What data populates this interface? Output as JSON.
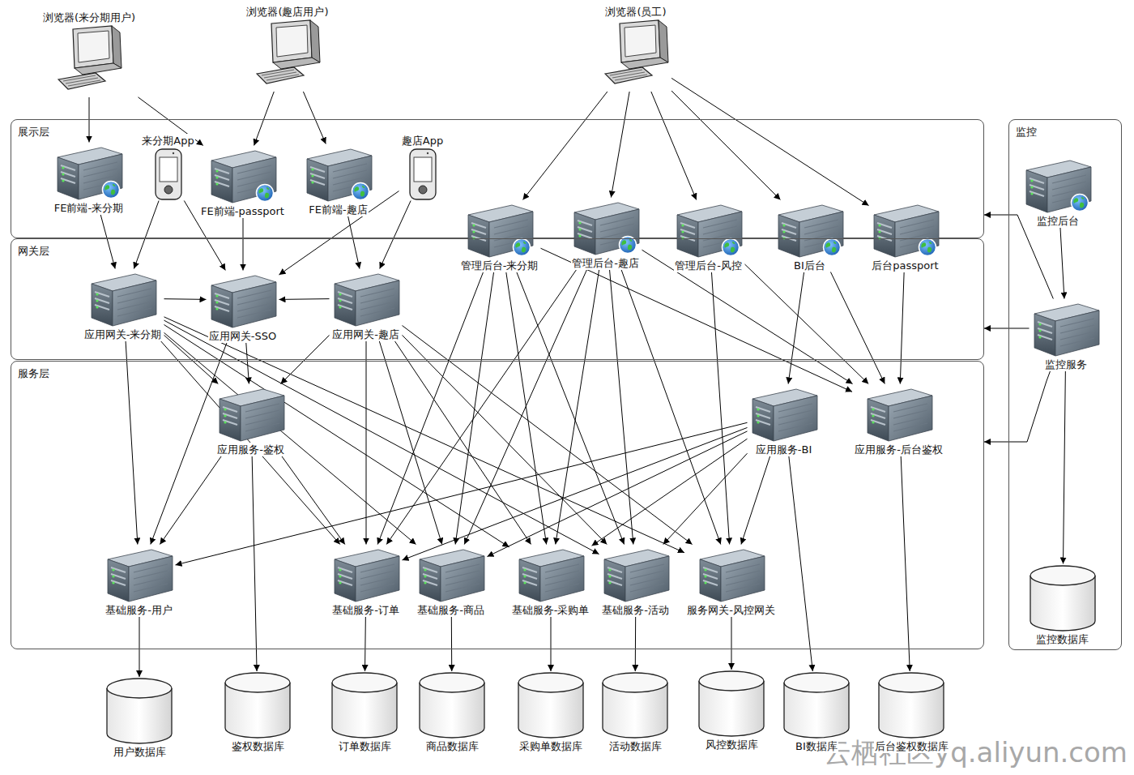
{
  "diagram": {
    "nodes": [
      {
        "text": [
          "浏览器(来分期用户)"
        ]
      },
      {
        "text": [
          "浏览器(趣店用户)"
        ]
      },
      {
        "text": [
          "浏览器(员工)"
        ]
      },
      {
        "text": [
          "展示层"
        ]
      },
      {
        "text": [
          "FE前端-来分期"
        ],
        "in": 3
      },
      {
        "text": [
          "来分期App"
        ],
        "in": 3
      },
      {
        "text": [
          "FE前端-passport"
        ],
        "in": 3
      },
      {
        "text": [
          "FE前端-趣店"
        ],
        "in": 3
      },
      {
        "text": [
          "趣店App"
        ],
        "in": 3
      },
      {
        "text": [
          "管理后台-来分期"
        ],
        "in": 3
      },
      {
        "text": [
          "管理后台-趣店"
        ],
        "in": 3
      },
      {
        "text": [
          "管理后台-风控"
        ],
        "in": 3
      },
      {
        "text": [
          "BI后台"
        ],
        "in": 3
      },
      {
        "text": [
          "后台passport"
        ],
        "in": 3
      },
      {
        "text": [
          "网关层"
        ]
      },
      {
        "text": [
          "应用网关-来分期"
        ],
        "in": 14
      },
      {
        "text": [
          "应用网关-SSO"
        ],
        "in": 14
      },
      {
        "text": [
          "应用网关-趣店"
        ],
        "in": 14
      },
      {
        "text": [
          "服务层"
        ]
      },
      {
        "text": [
          "应用服务-鉴权"
        ],
        "in": 18
      },
      {
        "text": [
          "应用服务-BI"
        ],
        "in": 18
      },
      {
        "text": [
          "应用服务-后台鉴权"
        ],
        "in": 18
      },
      {
        "text": [
          "基础服务-用户"
        ],
        "in": 18
      },
      {
        "text": [
          "基础服务-订单"
        ],
        "in": 18
      },
      {
        "text": [
          "基础服务-商品"
        ],
        "in": 18
      },
      {
        "text": [
          "基础服务-采购单"
        ],
        "in": 18
      },
      {
        "text": [
          "基础服务-活动"
        ],
        "in": 18
      },
      {
        "text": [
          "服务网关-风控网关"
        ],
        "in": 18
      },
      {
        "text": [
          "监控"
        ]
      },
      {
        "text": [
          "监控后台"
        ],
        "in": 28
      },
      {
        "text": [
          "监控服务"
        ],
        "in": 28
      },
      {
        "text": [
          "监控数据库"
        ],
        "in": 28
      },
      {
        "text": [
          "用户数据库"
        ]
      },
      {
        "text": [
          "鉴权数据库"
        ]
      },
      {
        "text": [
          "订单数据库"
        ]
      },
      {
        "text": [
          "商品数据库"
        ]
      },
      {
        "text": [
          "采购单数据库"
        ]
      },
      {
        "text": [
          "活动数据库"
        ]
      },
      {
        "text": [
          "风控数据库"
        ]
      },
      {
        "text": [
          "BI数据库"
        ]
      },
      {
        "text": [
          "后台鉴权数据库"
        ]
      }
    ],
    "edges": [
      {
        "from": 0,
        "to": 4,
        "arrow": "to"
      },
      {
        "from": 0,
        "to": 6,
        "arrow": "to"
      },
      {
        "from": 1,
        "to": 6,
        "arrow": "to"
      },
      {
        "from": 1,
        "to": 7,
        "arrow": "to"
      },
      {
        "from": 2,
        "to": 9,
        "arrow": "to"
      },
      {
        "from": 2,
        "to": 10,
        "arrow": "to"
      },
      {
        "from": 2,
        "to": 11,
        "arrow": "to"
      },
      {
        "from": 2,
        "to": 12,
        "arrow": "to"
      },
      {
        "from": 2,
        "to": 13,
        "arrow": "to"
      },
      {
        "from": 4,
        "to": 15,
        "arrow": "to"
      },
      {
        "from": 5,
        "to": 15,
        "arrow": "to"
      },
      {
        "from": 5,
        "to": 16,
        "arrow": "to"
      },
      {
        "from": 6,
        "to": 16,
        "arrow": "to"
      },
      {
        "from": 7,
        "to": 17,
        "arrow": "to"
      },
      {
        "from": 8,
        "to": 16,
        "arrow": "to"
      },
      {
        "from": 8,
        "to": 17,
        "arrow": "to"
      },
      {
        "from": 15,
        "to": 16,
        "arrow": "to"
      },
      {
        "from": 17,
        "to": 16,
        "arrow": "to"
      },
      {
        "from": 15,
        "to": 19,
        "arrow": "to"
      },
      {
        "from": 15,
        "to": 22,
        "arrow": "to"
      },
      {
        "from": 15,
        "to": 23,
        "arrow": "to"
      },
      {
        "from": 15,
        "to": 24,
        "arrow": "to"
      },
      {
        "from": 15,
        "to": 25,
        "arrow": "to"
      },
      {
        "from": 15,
        "to": 26,
        "arrow": "to"
      },
      {
        "from": 15,
        "to": 27,
        "arrow": "to"
      },
      {
        "from": 16,
        "to": 19,
        "arrow": "to"
      },
      {
        "from": 16,
        "to": 22,
        "arrow": "to"
      },
      {
        "from": 17,
        "to": 19,
        "arrow": "to"
      },
      {
        "from": 17,
        "to": 23,
        "arrow": "to"
      },
      {
        "from": 17,
        "to": 24,
        "arrow": "to"
      },
      {
        "from": 17,
        "to": 25,
        "arrow": "to"
      },
      {
        "from": 17,
        "to": 26,
        "arrow": "to"
      },
      {
        "from": 17,
        "to": 27,
        "arrow": "to"
      },
      {
        "from": 19,
        "to": 22,
        "arrow": "to"
      },
      {
        "from": 19,
        "to": 23,
        "arrow": "to"
      },
      {
        "from": 19,
        "to": 33,
        "arrow": "to"
      },
      {
        "from": 9,
        "to": 23,
        "arrow": "to"
      },
      {
        "from": 9,
        "to": 24,
        "arrow": "to"
      },
      {
        "from": 9,
        "to": 25,
        "arrow": "to"
      },
      {
        "from": 9,
        "to": 26,
        "arrow": "to"
      },
      {
        "from": 9,
        "to": 21,
        "arrow": "to"
      },
      {
        "from": 10,
        "to": 23,
        "arrow": "to"
      },
      {
        "from": 10,
        "to": 24,
        "arrow": "to"
      },
      {
        "from": 10,
        "to": 25,
        "arrow": "to"
      },
      {
        "from": 10,
        "to": 26,
        "arrow": "to"
      },
      {
        "from": 10,
        "to": 27,
        "arrow": "to"
      },
      {
        "from": 10,
        "to": 21,
        "arrow": "to"
      },
      {
        "from": 11,
        "to": 27,
        "arrow": "to"
      },
      {
        "from": 11,
        "to": 21,
        "arrow": "to"
      },
      {
        "from": 12,
        "to": 20,
        "arrow": "to"
      },
      {
        "from": 12,
        "to": 21,
        "arrow": "to"
      },
      {
        "from": 13,
        "to": 21,
        "arrow": "to"
      },
      {
        "from": 20,
        "to": 22,
        "arrow": "to"
      },
      {
        "from": 20,
        "to": 23,
        "arrow": "to"
      },
      {
        "from": 20,
        "to": 24,
        "arrow": "to"
      },
      {
        "from": 20,
        "to": 25,
        "arrow": "to"
      },
      {
        "from": 20,
        "to": 26,
        "arrow": "to"
      },
      {
        "from": 20,
        "to": 27,
        "arrow": "to"
      },
      {
        "from": 20,
        "to": 39,
        "arrow": "to"
      },
      {
        "from": 21,
        "to": 40,
        "arrow": "to"
      },
      {
        "from": 22,
        "to": 32,
        "arrow": "to"
      },
      {
        "from": 23,
        "to": 34,
        "arrow": "to"
      },
      {
        "from": 24,
        "to": 35,
        "arrow": "to"
      },
      {
        "from": 25,
        "to": 36,
        "arrow": "to"
      },
      {
        "from": 26,
        "to": 37,
        "arrow": "to"
      },
      {
        "from": 27,
        "to": 38,
        "arrow": "to"
      },
      {
        "from": 29,
        "to": 30,
        "arrow": "to"
      },
      {
        "from": 30,
        "to": 31,
        "arrow": "to"
      },
      {
        "from": 30,
        "to": 3,
        "arrow": "to"
      },
      {
        "from": 30,
        "to": 14,
        "arrow": "to"
      },
      {
        "from": 30,
        "to": 18,
        "arrow": "to"
      }
    ],
    "labels": [
      "云栖社区yq.aliyun.com"
    ]
  }
}
